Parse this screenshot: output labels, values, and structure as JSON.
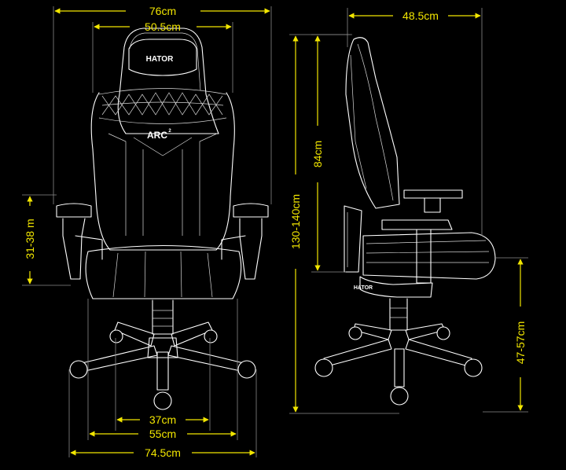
{
  "colors": {
    "background": "#000000",
    "dimension": "#f2e600",
    "outline": "#ffffff"
  },
  "front_view": {
    "brand_logo": "HATOR",
    "model_badge": "ARC",
    "model_badge_sup": "2",
    "dims": {
      "overall_width": "76cm",
      "backrest_width": "50.5cm",
      "armrest_height": "31-38 m",
      "seat_base_inner": "37cm",
      "seat_base_outer": "55cm",
      "base_width": "74.5cm"
    }
  },
  "side_view": {
    "brand_logo": "HATOR",
    "dims": {
      "depth": "48.5cm",
      "backrest_height": "84cm",
      "total_height": "130-140cm",
      "seat_height": "47-57cm"
    }
  }
}
